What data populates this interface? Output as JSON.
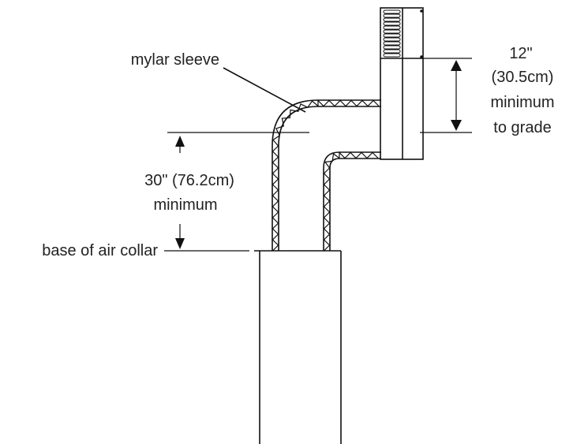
{
  "labels": {
    "mylar_sleeve": "mylar sleeve",
    "base_of_air_collar": "base of air collar",
    "vertical_dimension_line1": "30\" (76.2cm)",
    "vertical_dimension_line2": "minimum",
    "grade_dimension_line1": "12\"",
    "grade_dimension_line2": "(30.5cm)",
    "grade_dimension_line3": "minimum",
    "grade_dimension_line4": "to grade"
  },
  "colors": {
    "line": "#111111",
    "text": "#222222",
    "background": "#ffffff"
  }
}
